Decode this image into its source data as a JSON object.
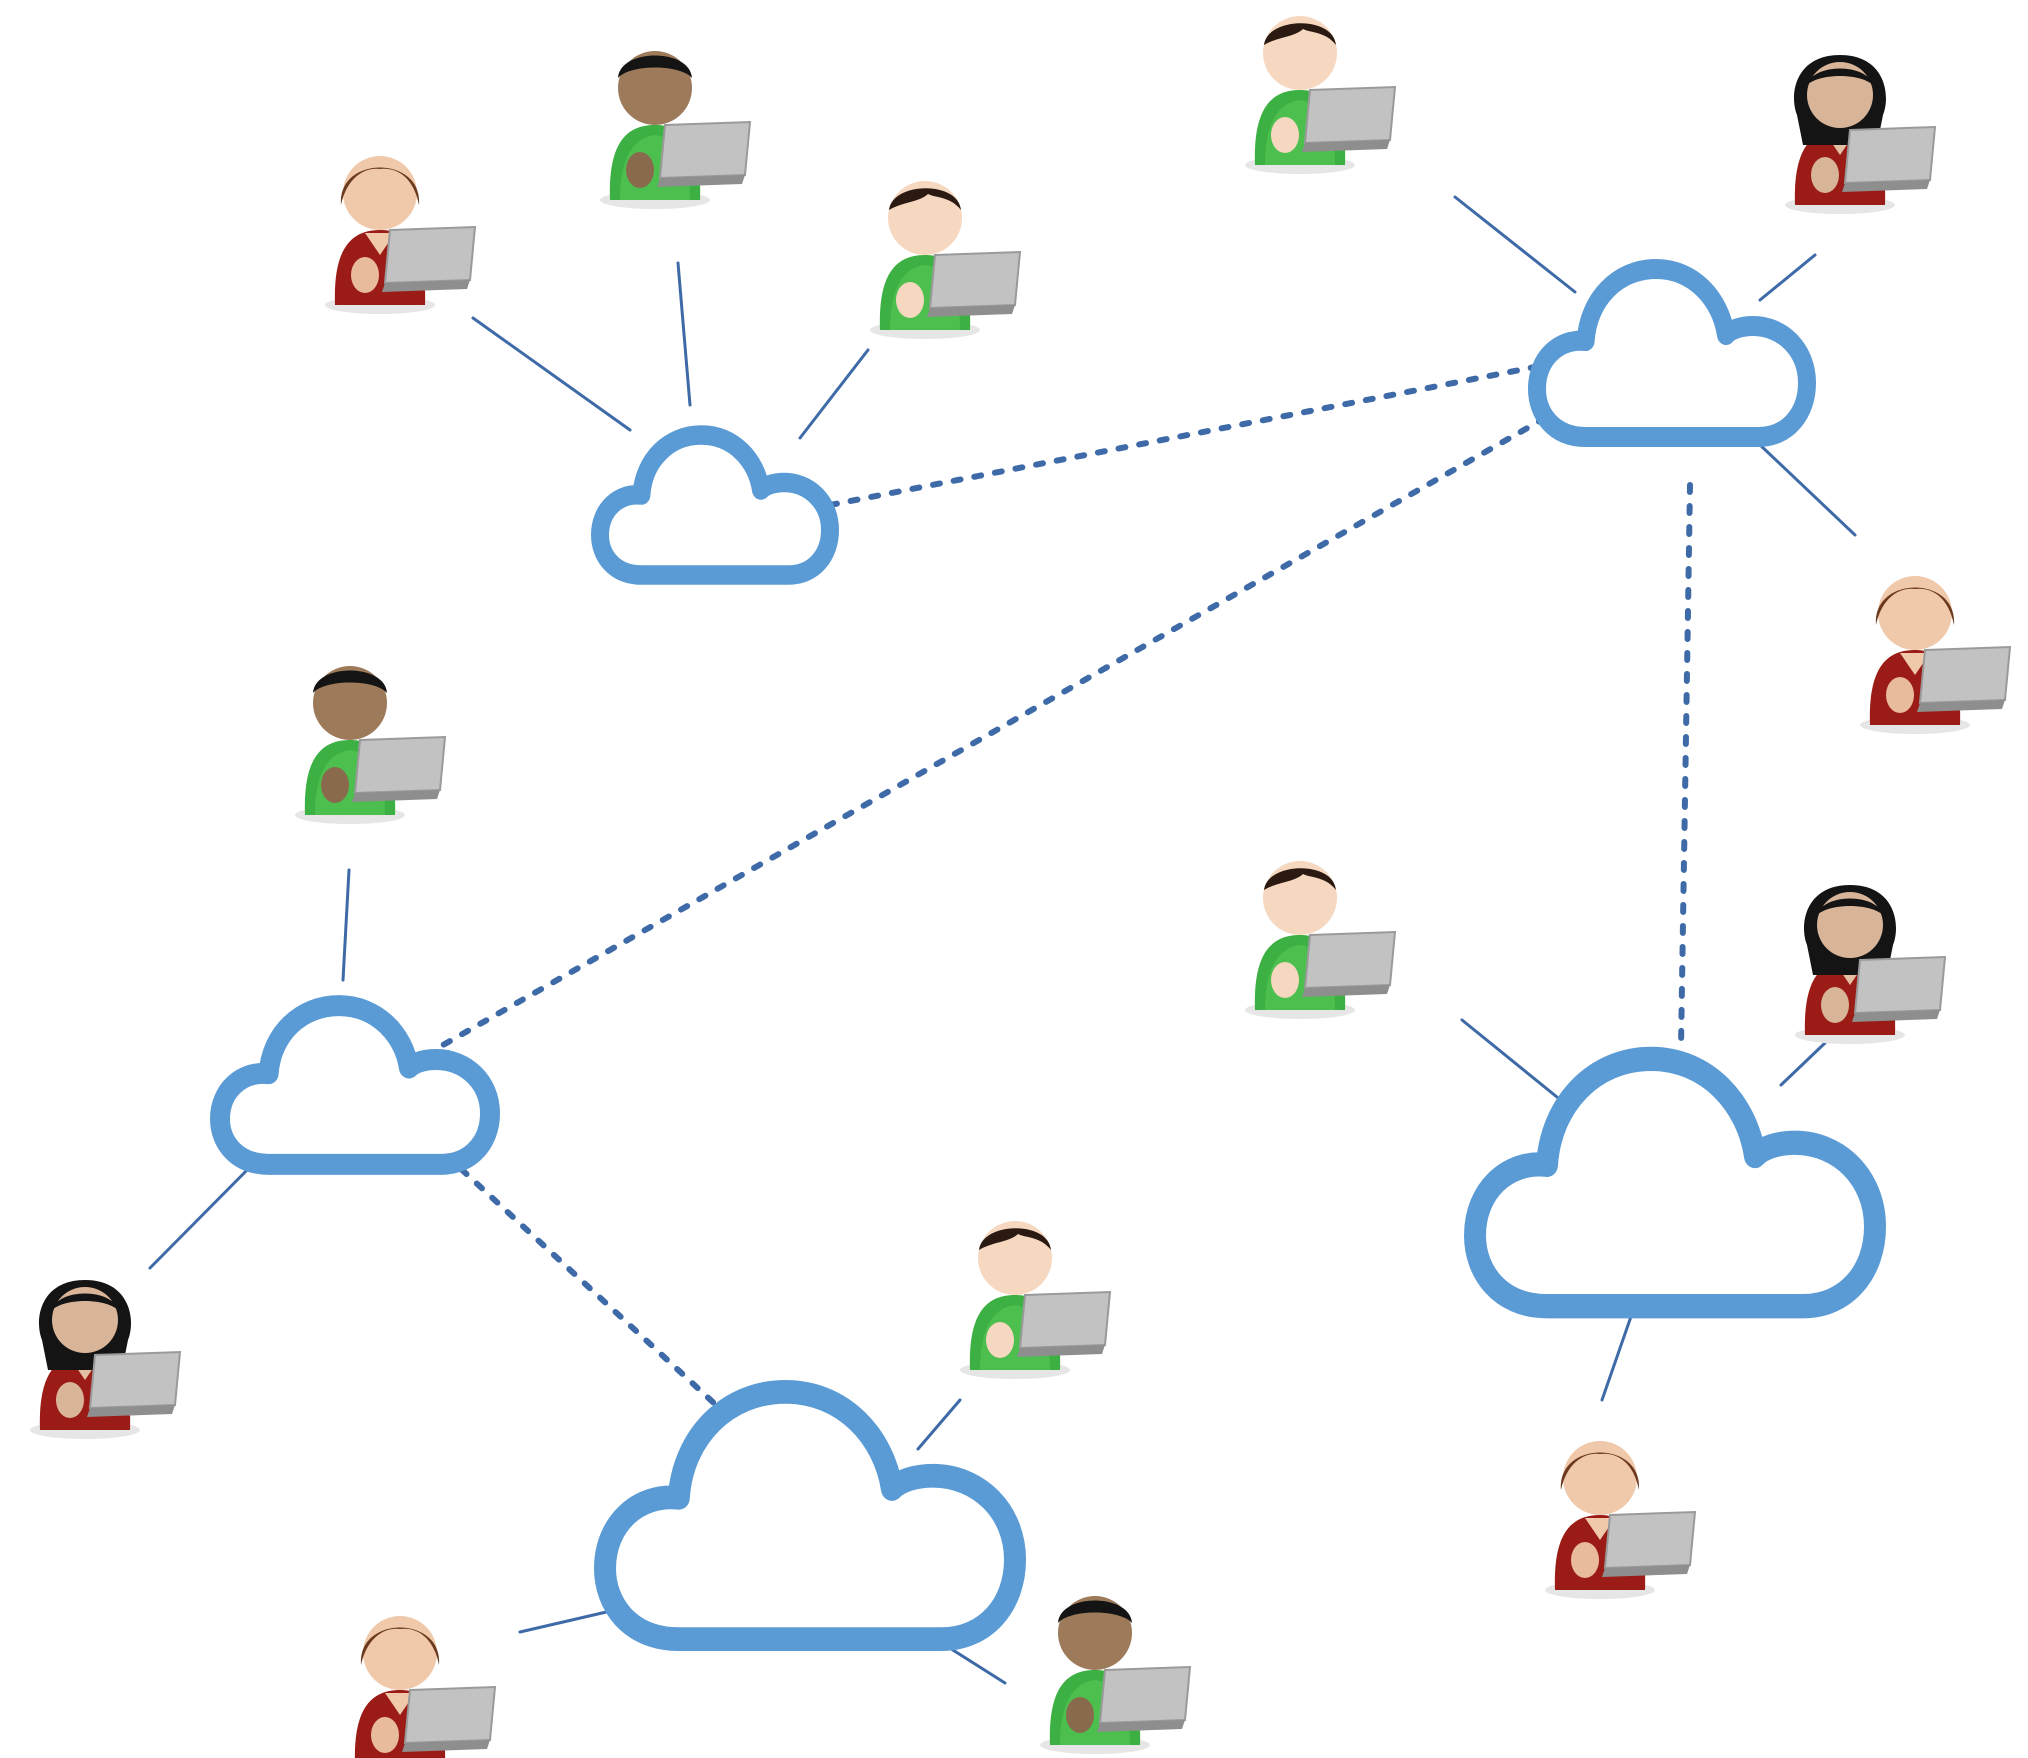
{
  "diagram": {
    "type": "cloud-network",
    "background": "#ffffff",
    "colors": {
      "cloud_stroke": "#5b9bd5",
      "link_line": "#3e6aa8",
      "green_shirt": "#3cb043",
      "red_shirt": "#9b1c16",
      "laptop": "#b9b9b9"
    },
    "clouds": [
      {
        "id": "cloud-1"
      },
      {
        "id": "cloud-2"
      },
      {
        "id": "cloud-3"
      },
      {
        "id": "cloud-4"
      },
      {
        "id": "cloud-5"
      }
    ],
    "users": [
      {
        "id": "user-1",
        "shirt": "red",
        "skin": "light",
        "hair": "brown"
      },
      {
        "id": "user-2",
        "shirt": "green",
        "skin": "dark",
        "hair": "black"
      },
      {
        "id": "user-3",
        "shirt": "green",
        "skin": "light",
        "hair": "dark"
      },
      {
        "id": "user-4",
        "shirt": "green",
        "skin": "light",
        "hair": "dark"
      },
      {
        "id": "user-5",
        "shirt": "red",
        "skin": "light",
        "hair": "black"
      },
      {
        "id": "user-6",
        "shirt": "red",
        "skin": "light",
        "hair": "brown"
      },
      {
        "id": "user-7",
        "shirt": "green",
        "skin": "dark",
        "hair": "black"
      },
      {
        "id": "user-8",
        "shirt": "green",
        "skin": "light",
        "hair": "dark"
      },
      {
        "id": "user-9",
        "shirt": "red",
        "skin": "light",
        "hair": "black"
      },
      {
        "id": "user-10",
        "shirt": "red",
        "skin": "light",
        "hair": "black"
      },
      {
        "id": "user-11",
        "shirt": "green",
        "skin": "light",
        "hair": "dark"
      },
      {
        "id": "user-12",
        "shirt": "red",
        "skin": "light",
        "hair": "brown"
      },
      {
        "id": "user-13",
        "shirt": "green",
        "skin": "dark",
        "hair": "black"
      },
      {
        "id": "user-14",
        "shirt": "red",
        "skin": "light",
        "hair": "brown"
      }
    ],
    "connections": {
      "cloud_links_dashed": [
        [
          "cloud-1",
          "cloud-2"
        ],
        [
          "cloud-2",
          "cloud-3"
        ],
        [
          "cloud-2",
          "cloud-5"
        ],
        [
          "cloud-3",
          "cloud-4"
        ]
      ],
      "user_links_solid": [
        [
          "user-1",
          "cloud-1"
        ],
        [
          "user-2",
          "cloud-1"
        ],
        [
          "user-3",
          "cloud-1"
        ],
        [
          "user-4",
          "cloud-2"
        ],
        [
          "user-5",
          "cloud-2"
        ],
        [
          "user-6",
          "cloud-2"
        ],
        [
          "user-7",
          "cloud-3"
        ],
        [
          "user-9",
          "cloud-3"
        ],
        [
          "user-11",
          "cloud-4"
        ],
        [
          "user-12",
          "cloud-4"
        ],
        [
          "user-13",
          "cloud-4"
        ],
        [
          "user-8",
          "cloud-5"
        ],
        [
          "user-10",
          "cloud-5"
        ],
        [
          "user-14",
          "cloud-5"
        ]
      ]
    }
  }
}
